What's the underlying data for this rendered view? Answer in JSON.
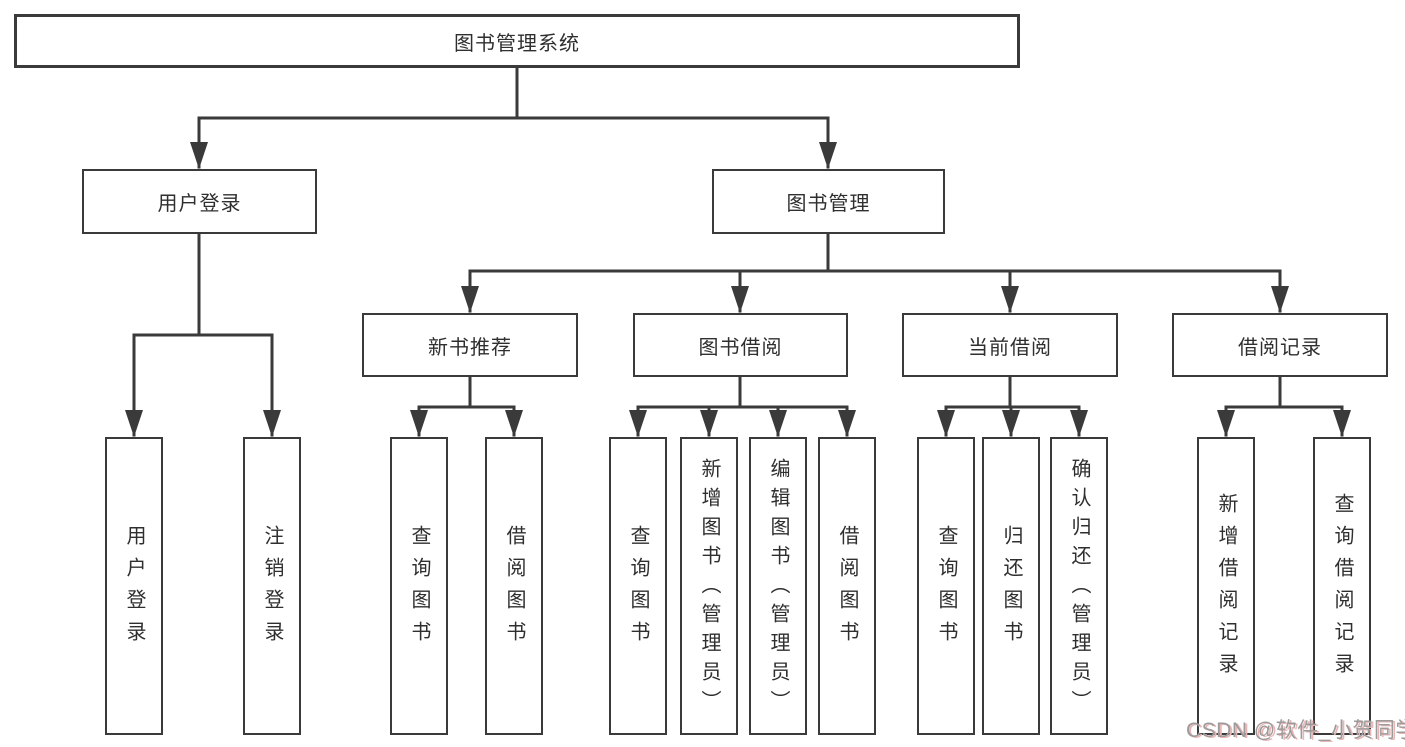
{
  "tree": {
    "root": {
      "label": "图书管理系统"
    },
    "level2": [
      {
        "label": "用户登录",
        "children": [
          {
            "label": "用户登录"
          },
          {
            "label": "注销登录"
          }
        ]
      },
      {
        "label": "图书管理",
        "children": [
          {
            "label": "新书推荐",
            "children": [
              {
                "label": "查询图书"
              },
              {
                "label": "借阅图书"
              }
            ]
          },
          {
            "label": "图书借阅",
            "children": [
              {
                "label": "查询图书"
              },
              {
                "label": "新增图书（管理员）"
              },
              {
                "label": "编辑图书（管理员）"
              },
              {
                "label": "借阅图书"
              }
            ]
          },
          {
            "label": "当前借阅",
            "children": [
              {
                "label": "查询图书"
              },
              {
                "label": "归还图书"
              },
              {
                "label": "确认归还（管理员）"
              }
            ]
          },
          {
            "label": "借阅记录",
            "children": [
              {
                "label": "新增借阅记录"
              },
              {
                "label": "查询借阅记录"
              }
            ]
          }
        ]
      }
    ]
  },
  "watermark": {
    "text": "CSDN @软件_小贺同学"
  },
  "colors": {
    "line": "#3a3a3a",
    "text": "#2f2f2f",
    "background": "#ffffff",
    "watermark_text": "#9b9b9b",
    "watermark_shadow": "#e9b6b6"
  }
}
